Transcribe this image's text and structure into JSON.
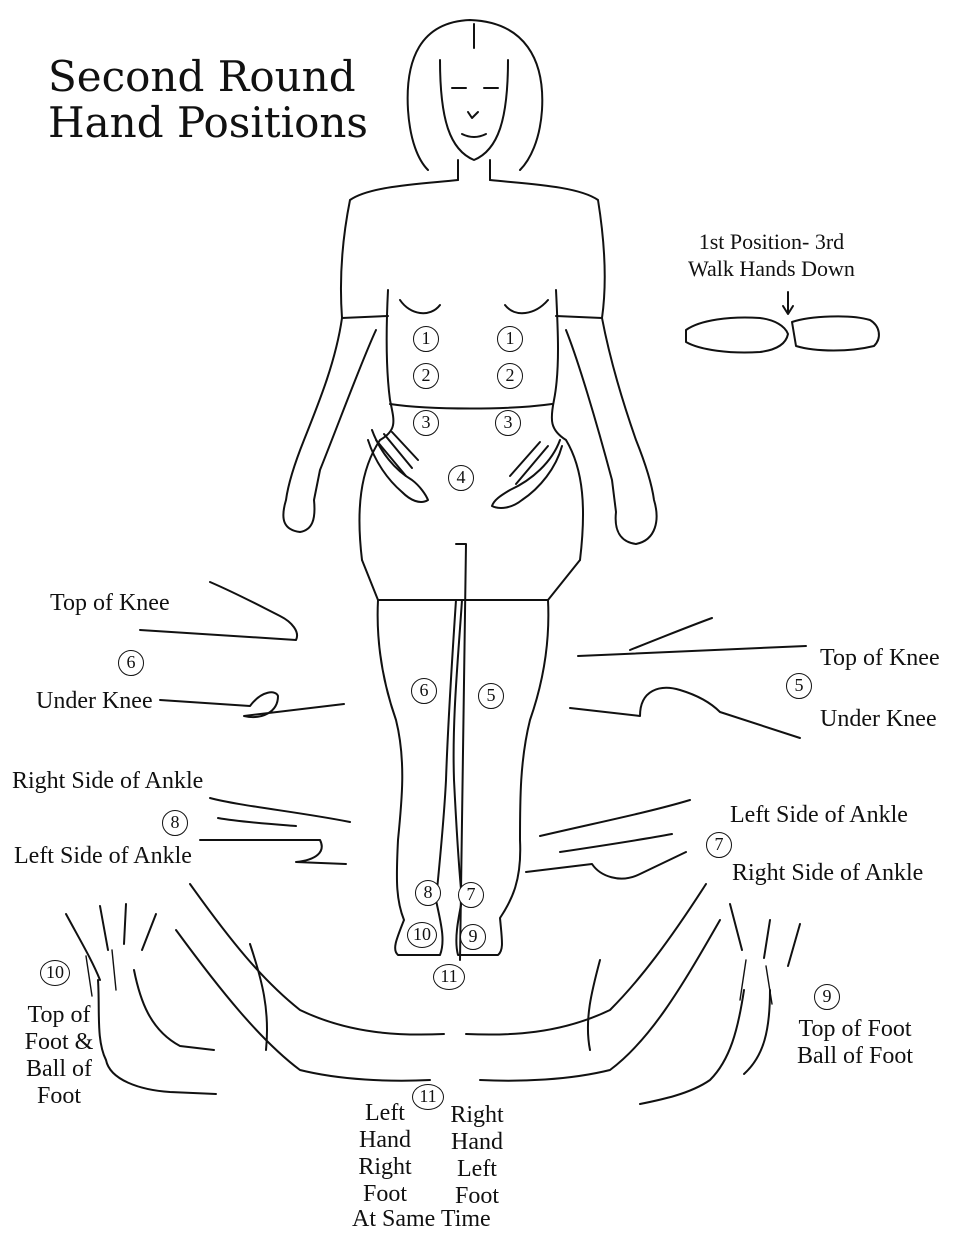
{
  "title": {
    "line1": "Second Round",
    "line2": "Hand Positions"
  },
  "first_position": {
    "line1": "1st Position- 3rd",
    "line2": "Walk Hands Down"
  },
  "knee_left": {
    "top": "Top of Knee",
    "number": "6",
    "under": "Under Knee"
  },
  "knee_right": {
    "top": "Top of Knee",
    "number": "5",
    "under": "Under Knee"
  },
  "ankle_left": {
    "top": "Right Side of Ankle",
    "number": "8",
    "bottom": "Left Side of Ankle"
  },
  "ankle_right": {
    "top": "Left Side of Ankle",
    "number": "7",
    "bottom": "Right Side of Ankle"
  },
  "foot_left": {
    "number": "10",
    "lines": [
      "Top of",
      "Foot &",
      "Ball of",
      "Foot"
    ]
  },
  "foot_right": {
    "number": "9",
    "lines": [
      "Top of Foot",
      "Ball of Foot"
    ]
  },
  "position_11": {
    "number": "11",
    "left": [
      "Left",
      "Hand",
      "Right",
      "Foot"
    ],
    "right": [
      "Right",
      "Hand",
      "Left",
      "Foot"
    ],
    "bottom": "At Same Time"
  },
  "body_markers": {
    "pos1": "1",
    "pos2": "2",
    "pos3": "3",
    "pos4": "4",
    "pos5": "5",
    "pos6": "6",
    "pos7": "7",
    "pos8": "8",
    "pos9": "9",
    "pos10": "10",
    "pos11": "11"
  }
}
